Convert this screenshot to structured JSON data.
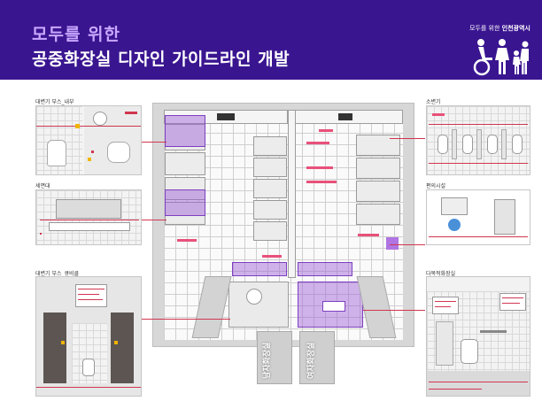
{
  "header": {
    "title_accent": "모두를 위한",
    "title_main": "공중화장실 디자인 가이드라인 개발",
    "brand_prefix": "모두를 위한",
    "brand_city": "인천광역시"
  },
  "panels": {
    "stall_interior": "대변기 부스_내부",
    "washbasin": "세면대",
    "cubicle": "대변기 부스_큐비클",
    "urinal": "소변기",
    "amenities": "편의시설",
    "multipurpose": "다목적화장실"
  },
  "plan": {
    "male_label": "남자화장실",
    "female_label": "여자화장실"
  },
  "colors": {
    "header_bg": "#3a1590",
    "accent_purple": "#9c5cd8",
    "callout_red": "#d0364f"
  },
  "icons": [
    "people-icon",
    "toilet-icon",
    "urinal-icon"
  ]
}
